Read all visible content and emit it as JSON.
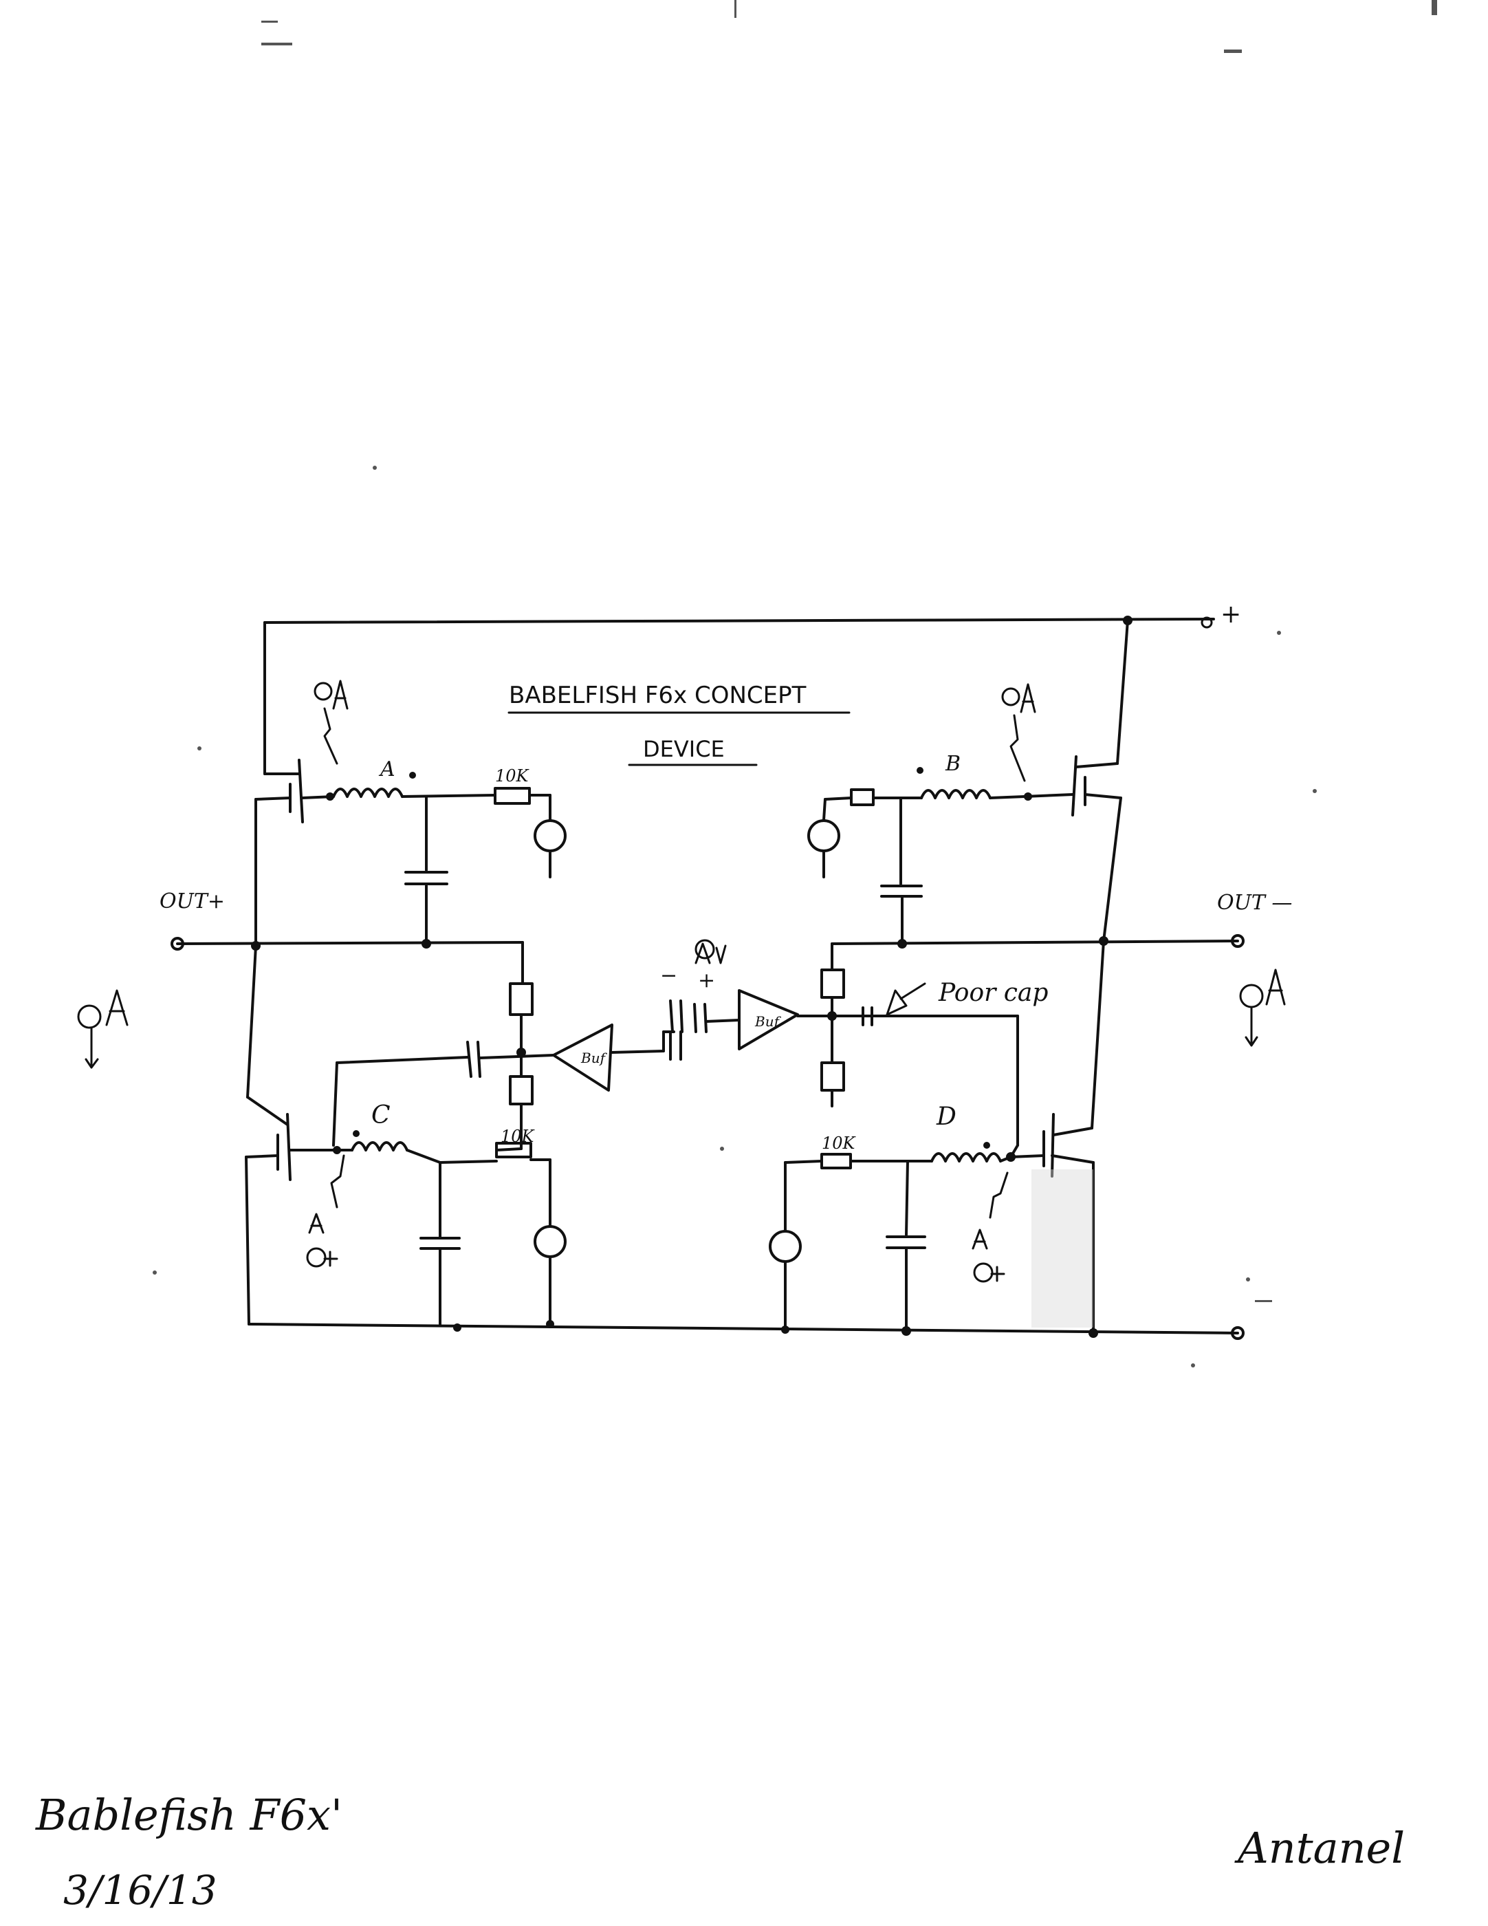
{
  "title": "BABELFISH F6x CONCEPT",
  "subtitle": "DEVICE",
  "labels": {
    "out_plus": "OUT+",
    "out_minus": "OUT —",
    "supply_plus": "+",
    "channel_a": "A",
    "channel_b": "B",
    "channel_c": "C",
    "channel_d": "D",
    "res_a": "10K",
    "res_c": "10K",
    "res_d": "10K",
    "buffer_left": "Buf",
    "buffer_right": "Buf",
    "input_minus": "−",
    "input_plus": "+",
    "poor_cap": "Poor cap"
  },
  "footer": {
    "caption": "Bablefish F6x'",
    "date": "3/16/13",
    "signature": "Antanel"
  }
}
